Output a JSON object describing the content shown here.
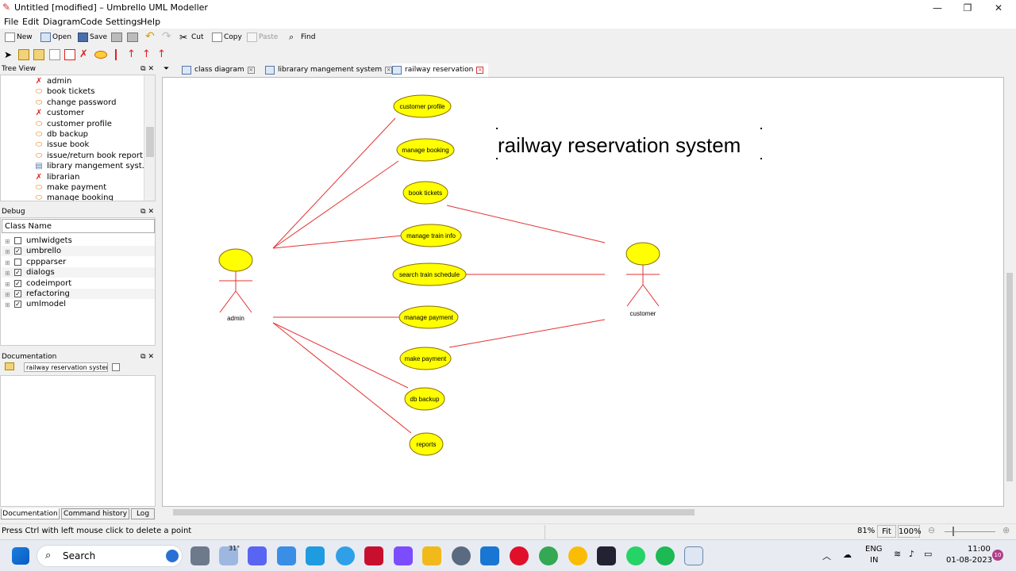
{
  "window": {
    "title": "Untitled [modified] – Umbrello UML Modeller"
  },
  "menu": [
    "File",
    "Edit",
    "Diagram",
    "Code",
    "Settings",
    "Help"
  ],
  "toolbar": {
    "new": "New",
    "open": "Open",
    "save": "Save",
    "cut": "Cut",
    "copy": "Copy",
    "paste": "Paste",
    "find": "Find"
  },
  "tree_view": {
    "title": "Tree View",
    "items": [
      {
        "label": "admin",
        "icon": "actor-icon"
      },
      {
        "label": "book tickets",
        "icon": "usecase-icon"
      },
      {
        "label": "change password",
        "icon": "usecase-icon"
      },
      {
        "label": "customer",
        "icon": "actor-icon"
      },
      {
        "label": "customer profile",
        "icon": "usecase-icon"
      },
      {
        "label": "db backup",
        "icon": "usecase-icon"
      },
      {
        "label": "issue book",
        "icon": "usecase-icon"
      },
      {
        "label": "issue/return book report",
        "icon": "usecase-icon"
      },
      {
        "label": "library mangement syst...",
        "icon": "diagram-icon"
      },
      {
        "label": "librarian",
        "icon": "actor-icon"
      },
      {
        "label": "make payment",
        "icon": "usecase-icon"
      },
      {
        "label": "manage booking",
        "icon": "usecase-icon"
      }
    ]
  },
  "debug": {
    "title": "Debug",
    "column": "Class Name",
    "rows": [
      {
        "label": "umlwidgets",
        "checked": false
      },
      {
        "label": "umbrello",
        "checked": true
      },
      {
        "label": "cppparser",
        "checked": false
      },
      {
        "label": "dialogs",
        "checked": true
      },
      {
        "label": "codeimport",
        "checked": true
      },
      {
        "label": "refactoring",
        "checked": true
      },
      {
        "label": "umlmodel",
        "checked": true
      }
    ]
  },
  "documentation": {
    "title": "Documentation",
    "field": "railway reservation system"
  },
  "bottom_tabs": [
    "Documentation",
    "Command history",
    "Log"
  ],
  "diagram_tabs": [
    {
      "label": "class diagram"
    },
    {
      "label": "librarary mangement system"
    },
    {
      "label": "railway reservation"
    }
  ],
  "diagram": {
    "title": "railway reservation system",
    "actors": [
      {
        "label": "admin"
      },
      {
        "label": "customer"
      }
    ],
    "usecases": [
      {
        "label": "customer profile"
      },
      {
        "label": "manage booking"
      },
      {
        "label": "book tickets"
      },
      {
        "label": "manage train info"
      },
      {
        "label": "search train schedule"
      },
      {
        "label": "manage payment"
      },
      {
        "label": "make payment"
      },
      {
        "label": "db backup"
      },
      {
        "label": "reports"
      }
    ],
    "colors": {
      "usecase_fill": "#ffff00",
      "line": "#e53333"
    }
  },
  "status": {
    "message": "Press Ctrl with left mouse click to delete a point",
    "zoom": "81%",
    "fit": "Fit",
    "zoom100": "100%"
  },
  "taskbar": {
    "search": "Search",
    "weather": "31°",
    "lang1": "ENG",
    "lang2": "IN",
    "time": "11:00",
    "date": "01-08-2023",
    "notif": "10"
  }
}
